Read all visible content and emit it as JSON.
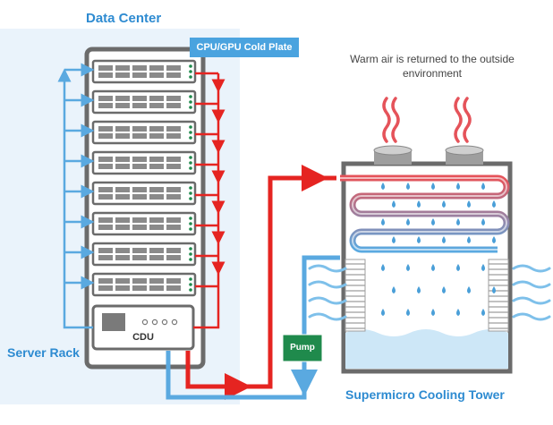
{
  "labels": {
    "data_center": "Data Center",
    "server_rack": "Server Rack",
    "cold_plate": "CPU/GPU  Cold Plate",
    "cdu": "CDU",
    "pump": "Pump",
    "warm_air": "Warm air is returned to the outside environment",
    "cooling_tower": "Supermicro Cooling Tower"
  },
  "colors": {
    "hot": "#e52421",
    "cold": "#5aa9e0",
    "rack_frame": "#6b6b6b",
    "pump": "#1f8a4c",
    "accent": "#2e8bd1",
    "water": "#cde7f7",
    "drop": "#4a9fd8"
  },
  "server_units": 8,
  "cdu_indicator_dots": 4
}
